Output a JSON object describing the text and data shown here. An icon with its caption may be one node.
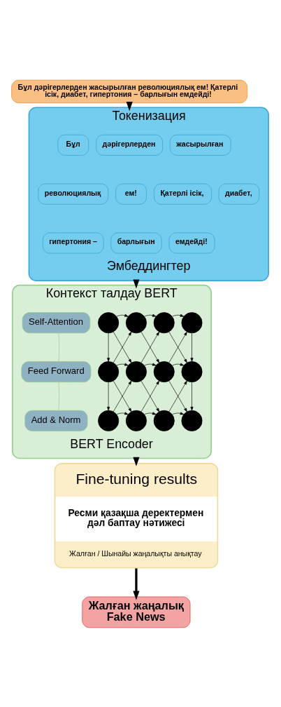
{
  "diagram": {
    "nodes": [
      {
        "text": [
          "Бұл дәрігерлерден жасырылған революциялық ем! Қатерлі ісік, диабет, гипертония – барлығын емдейді!"
        ]
      },
      {
        "text": [
          "Токенизация",
          "Эмбеддингтер"
        ]
      },
      {
        "text": [
          "Бұл"
        ],
        "in": 1
      },
      {
        "text": [
          "дәрігерлерден"
        ],
        "in": 1
      },
      {
        "text": [
          "жасырылған"
        ],
        "in": 1
      },
      {
        "text": [
          "революциялық"
        ],
        "in": 1
      },
      {
        "text": [
          "ем!"
        ],
        "in": 1
      },
      {
        "text": [
          "Қатерлі ісік,"
        ],
        "in": 1
      },
      {
        "text": [
          "диабет,"
        ],
        "in": 1
      },
      {
        "text": [
          "гипертония –"
        ],
        "in": 1
      },
      {
        "text": [
          "барлығын"
        ],
        "in": 1
      },
      {
        "text": [
          "емдейді!"
        ],
        "in": 1
      },
      {
        "text": [
          "Контекст талдау BERT",
          "BERT Encoder"
        ]
      },
      {
        "text": [
          "Self-Attention"
        ],
        "in": 12
      },
      {
        "text": [
          "Feed Forward"
        ],
        "in": 12
      },
      {
        "text": [
          "Add & Norm"
        ],
        "in": 12
      },
      {
        "text": [],
        "shape": "circle",
        "in": 12
      },
      {
        "text": [],
        "shape": "circle",
        "in": 12
      },
      {
        "text": [],
        "shape": "circle",
        "in": 12
      },
      {
        "text": [],
        "shape": "circle",
        "in": 12
      },
      {
        "text": [],
        "shape": "circle",
        "in": 12
      },
      {
        "text": [],
        "shape": "circle",
        "in": 12
      },
      {
        "text": [],
        "shape": "circle",
        "in": 12
      },
      {
        "text": [],
        "shape": "circle",
        "in": 12
      },
      {
        "text": [],
        "shape": "circle",
        "in": 12
      },
      {
        "text": [],
        "shape": "circle",
        "in": 12
      },
      {
        "text": [],
        "shape": "circle",
        "in": 12
      },
      {
        "text": [],
        "shape": "circle",
        "in": 12
      },
      {
        "text": [
          "Fine-tuning results",
          "Ресми қазақша деректермен дәл баптау нәтижесі",
          "Жалған / Шынайы жаңалықты анықтау"
        ]
      },
      {
        "text": [
          "Жалған жаңалық",
          "Fake News"
        ]
      }
    ],
    "edges": [
      {
        "from": 0,
        "to": 1,
        "arrow": "to",
        "style": "thick"
      },
      {
        "from": 1,
        "to": 12,
        "arrow": "to",
        "style": "thick"
      },
      {
        "from": 12,
        "to": 28,
        "arrow": "to",
        "style": "thick"
      },
      {
        "from": 28,
        "to": 29,
        "arrow": "to",
        "style": "thick"
      },
      {
        "from": 13,
        "to": 14,
        "arrow": "none",
        "color": "#93cf8c"
      },
      {
        "from": 14,
        "to": 15,
        "arrow": "none",
        "color": "#93cf8c"
      },
      {
        "from": 16,
        "to": 17,
        "arrow": "to"
      },
      {
        "from": 17,
        "to": 18,
        "arrow": "to"
      },
      {
        "from": 18,
        "to": 19,
        "arrow": "to"
      },
      {
        "from": 20,
        "to": 21,
        "arrow": "to"
      },
      {
        "from": 21,
        "to": 22,
        "arrow": "to"
      },
      {
        "from": 22,
        "to": 23,
        "arrow": "to"
      },
      {
        "from": 24,
        "to": 25,
        "arrow": "to"
      },
      {
        "from": 25,
        "to": 26,
        "arrow": "to"
      },
      {
        "from": 26,
        "to": 27,
        "arrow": "to"
      },
      {
        "from": 16,
        "to": 20,
        "arrow": "to"
      },
      {
        "from": 20,
        "to": 24,
        "arrow": "to"
      },
      {
        "from": 19,
        "to": 23,
        "arrow": "to"
      },
      {
        "from": 23,
        "to": 27,
        "arrow": "to"
      },
      {
        "from": 16,
        "to": 21,
        "arrow": "to"
      },
      {
        "from": 20,
        "to": 17,
        "arrow": "to"
      },
      {
        "from": 20,
        "to": 25,
        "arrow": "to"
      },
      {
        "from": 24,
        "to": 21,
        "arrow": "to"
      },
      {
        "from": 17,
        "to": 22,
        "arrow": "to"
      },
      {
        "from": 21,
        "to": 18,
        "arrow": "to"
      },
      {
        "from": 21,
        "to": 26,
        "arrow": "to"
      },
      {
        "from": 25,
        "to": 22,
        "arrow": "to"
      },
      {
        "from": 18,
        "to": 23,
        "arrow": "to"
      },
      {
        "from": 22,
        "to": 19,
        "arrow": "to"
      },
      {
        "from": 22,
        "to": 27,
        "arrow": "to"
      },
      {
        "from": 26,
        "to": 23,
        "arrow": "to"
      }
    ]
  }
}
